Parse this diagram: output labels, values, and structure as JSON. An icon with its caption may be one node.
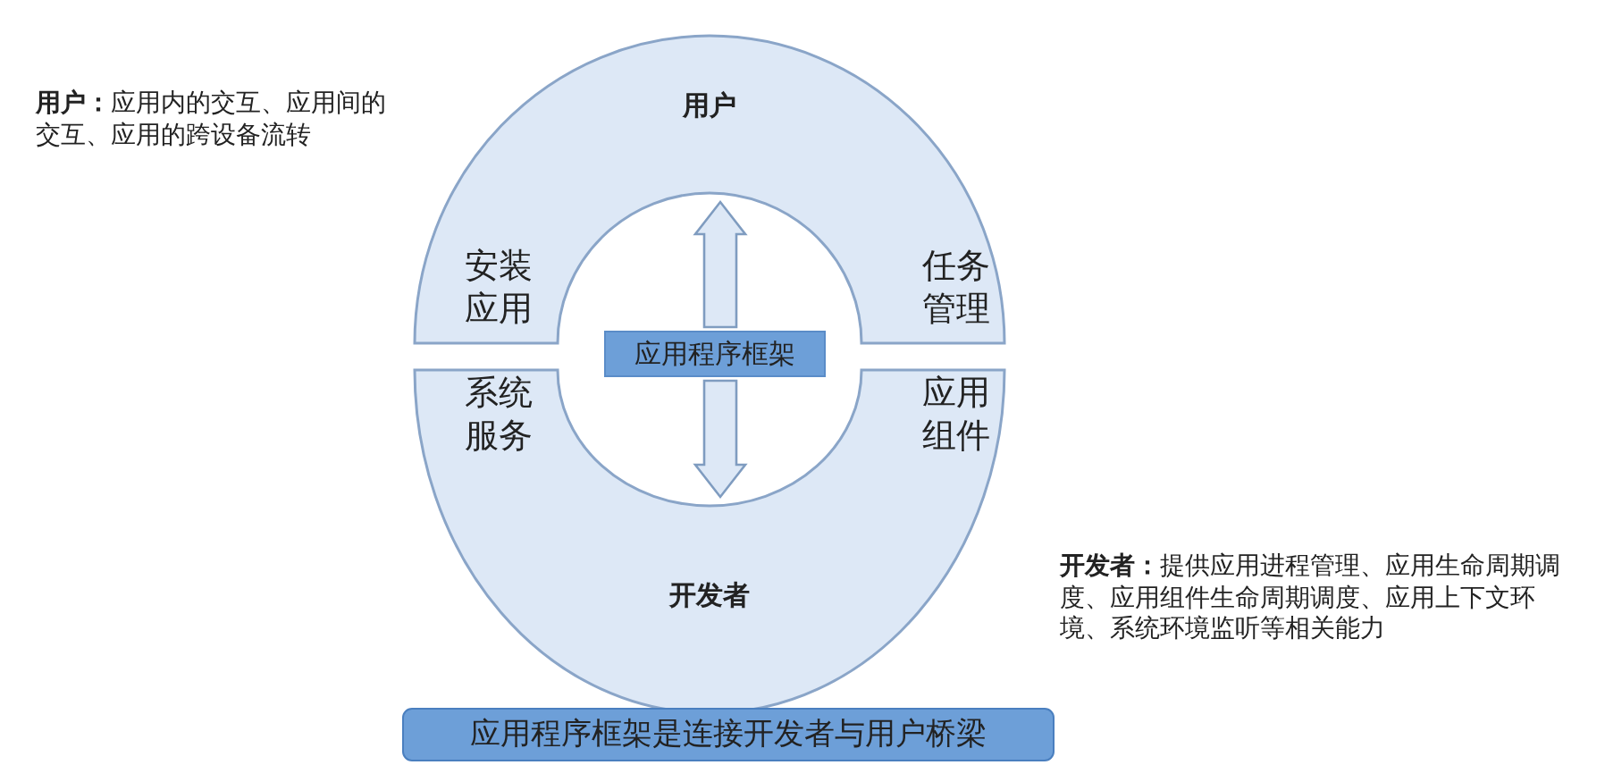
{
  "diagram": {
    "nodes": [
      {
        "text": [
          "用户",
          "安装应用",
          "任务管理"
        ]
      },
      {
        "text": [
          "开发者",
          "系统服务",
          "应用组件"
        ]
      },
      {
        "text": [
          "应用程序框架"
        ]
      },
      {
        "text": [
          "应用程序框架是连接开发者与用户桥梁"
        ]
      }
    ],
    "edges": [
      {
        "from": 2,
        "to": 0,
        "arrow": "to"
      },
      {
        "from": 2,
        "to": 1,
        "arrow": "to"
      }
    ],
    "labels": [
      "**用户：**应用内的交互、应用间的交互、应用的跨设备流转",
      "**开发者：**提供应用进程管理、应用生命周期调度、应用组件生命周期调度、应用上下文环境、系统环境监听等相关能力"
    ]
  }
}
